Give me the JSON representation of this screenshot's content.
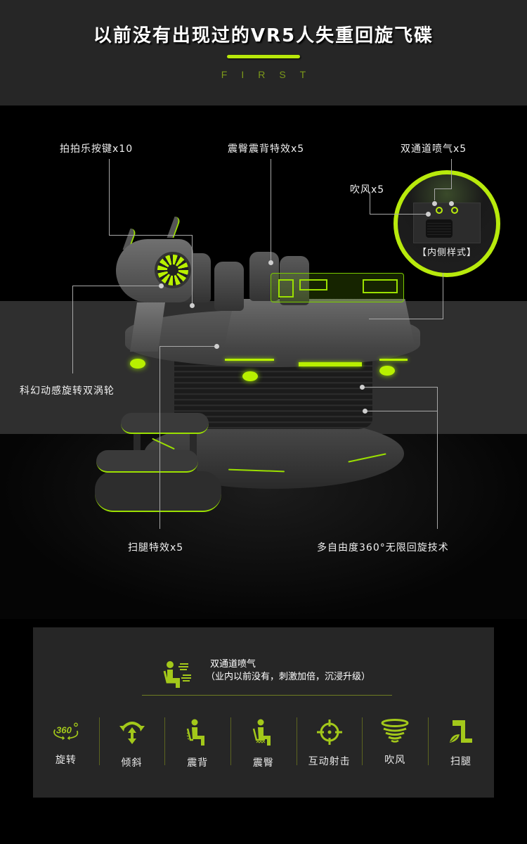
{
  "header": {
    "title": "以前没有出现过的VR5人失重回旋飞碟",
    "subtitle": "FIRST",
    "accent_color": "#b8e80a"
  },
  "callouts": {
    "buttons": "拍拍乐按键x10",
    "vibration": "震臀震背特效x5",
    "air_jet": "双通道喷气x5",
    "wind": "吹风x5",
    "inset_caption": "【内侧样式】",
    "turbine": "科幻动感旋转双涡轮",
    "leg_sweep": "扫腿特效x5",
    "rotation": "多自由度360°无限回旋技术"
  },
  "feature_panel": {
    "highlight": {
      "icon": "seat-air-jet-icon",
      "title": "双通道喷气",
      "description": "（业内以前没有，刺激加倍，沉浸升级）"
    },
    "features": [
      {
        "icon": "rotate-360-icon",
        "label": "旋转"
      },
      {
        "icon": "tilt-arrows-icon",
        "label": "倾斜"
      },
      {
        "icon": "seat-back-vibration-icon",
        "label": "震背"
      },
      {
        "icon": "seat-hip-vibration-icon",
        "label": "震臀"
      },
      {
        "icon": "crosshair-icon",
        "label": "互动射击"
      },
      {
        "icon": "wind-tornado-icon",
        "label": "吹风"
      },
      {
        "icon": "leg-leaf-icon",
        "label": "扫腿"
      }
    ]
  },
  "colors": {
    "accent": "#b8e80a",
    "header_bg": "#262626",
    "band_bg": "#2f2f2f",
    "panel_bg": "#262626",
    "subtitle": "#7c9a1a"
  }
}
